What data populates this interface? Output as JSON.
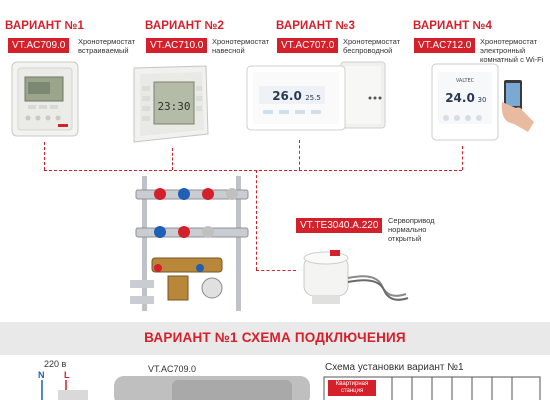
{
  "variants": [
    {
      "title": "ВАРИАНТ №1",
      "code": "VT.AC709.0",
      "desc_line1": "Хронотермостат",
      "desc_line2": "встраиваемый",
      "desc_line3": ""
    },
    {
      "title": "ВАРИАНТ №2",
      "code": "VT.AC710.0",
      "desc_line1": "Хронотермостат",
      "desc_line2": "навесной",
      "desc_line3": ""
    },
    {
      "title": "ВАРИАНТ №3",
      "code": "VT.AC707.0",
      "desc_line1": "Хронотермостат",
      "desc_line2": "беспроводной",
      "desc_line3": ""
    },
    {
      "title": "ВАРИАНТ №4",
      "code": "VT.AC712.0",
      "desc_line1": "Хронотермостат",
      "desc_line2": "электронный",
      "desc_line3": "комнатный с Wi-Fi"
    }
  ],
  "device_screens": {
    "thermostat2_time": "23:30",
    "thermostat3_temp": "26.0",
    "thermostat3_temp_small": "25.5",
    "thermostat4_temp": "24.0",
    "thermostat4_temp_small": "30"
  },
  "actuator": {
    "code": "VT.TE3040.A.220",
    "desc_line1": "Сервопривод",
    "desc_line2": "нормально",
    "desc_line3": "открытый"
  },
  "section": {
    "title": "ВАРИАНТ №1 СХЕМА ПОДКЛЮЧЕНИЯ"
  },
  "diagram": {
    "voltage_label": "220 в",
    "n_label": "N",
    "l_label": "L",
    "device_label": "VT.AC709.0",
    "install_title": "Схема установки вариант №1",
    "station_label_line1": "Квартирная",
    "station_label_line2": "станция"
  },
  "colors": {
    "accent": "#d4202a",
    "band": "#e9e9e9"
  }
}
